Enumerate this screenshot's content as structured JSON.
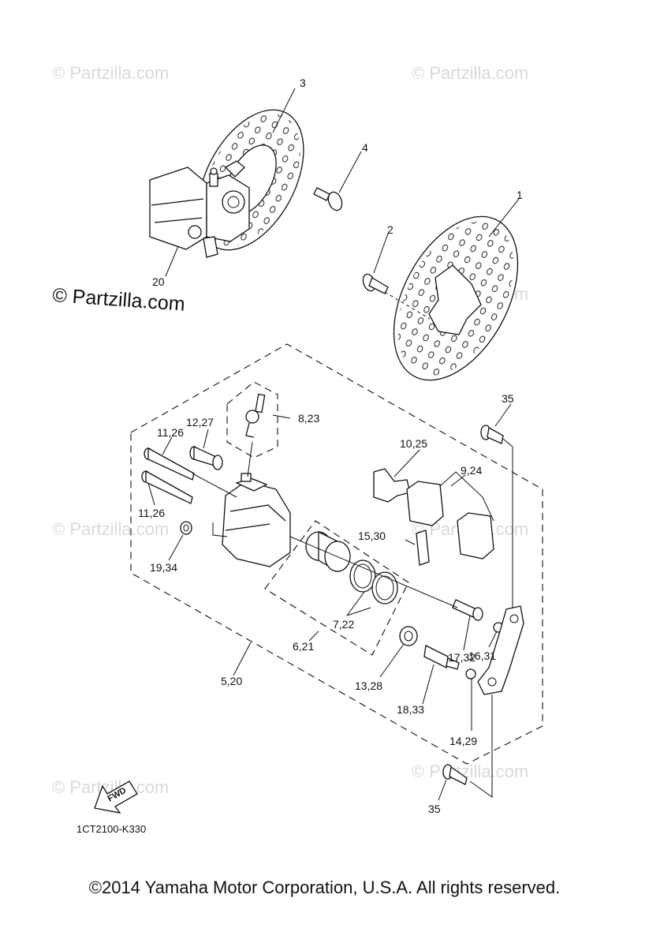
{
  "watermarks": {
    "main": "© Partzilla.com",
    "faded": "© Partzilla.com"
  },
  "callouts": {
    "c1": "1",
    "c2": "2",
    "c3": "3",
    "c4": "4",
    "c20": "20",
    "c35a": "35",
    "c35b": "35",
    "c8_23": "8,23",
    "c12_27": "12,27",
    "c11_26a": "11,26",
    "c11_26b": "11,26",
    "c10_25": "10,25",
    "c9_24": "9,24",
    "c15_30": "15,30",
    "c19_34": "19,34",
    "c7_22": "7,22",
    "c6_21": "6,21",
    "c17_32": "17,32",
    "c16_31": "16,31",
    "c5_20": "5,20",
    "c13_28": "13,28",
    "c18_33": "18,33",
    "c14_29": "14,29"
  },
  "diagram_code": "1CT2100-K330",
  "fwd_label": "FWD",
  "copyright": "©2014  Yamaha Motor Corporation, U.S.A. All rights reserved."
}
